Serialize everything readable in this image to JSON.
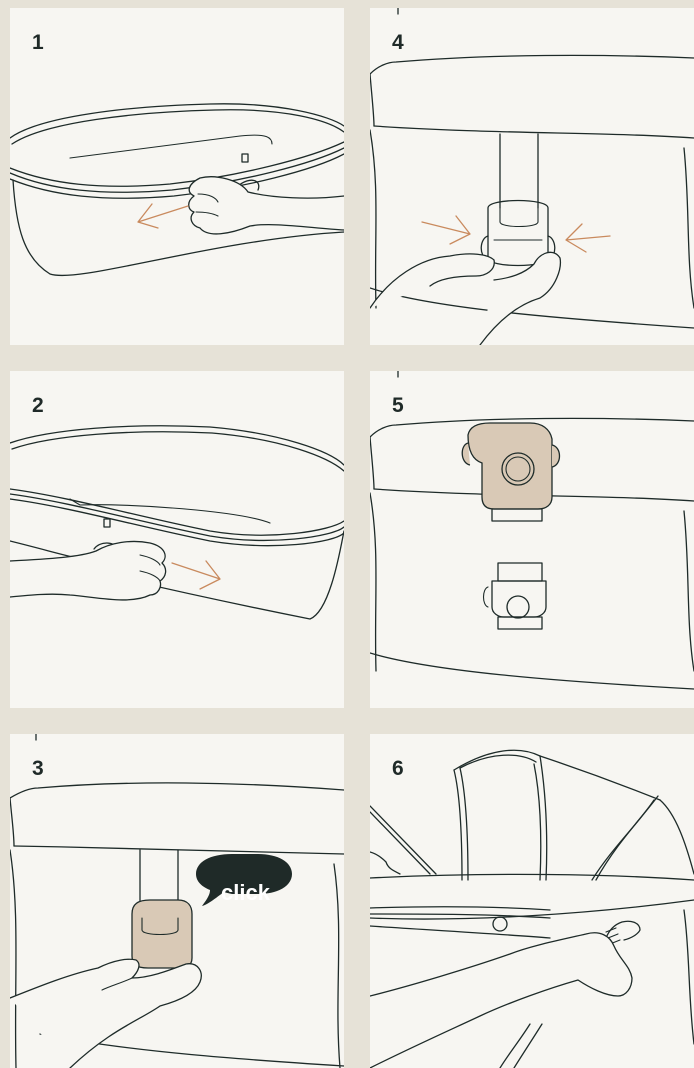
{
  "steps": [
    {
      "number": "1"
    },
    {
      "number": "2"
    },
    {
      "number": "3",
      "bubble": "click"
    },
    {
      "number": "4"
    },
    {
      "number": "5"
    },
    {
      "number": "6"
    }
  ],
  "colors": {
    "background": "#e6e2d7",
    "panel": "#f7f6f2",
    "line": "#1e2b29",
    "arrow": "#c98a5e",
    "clip": "#d9c9b6",
    "bubble": "#1f2a28"
  }
}
